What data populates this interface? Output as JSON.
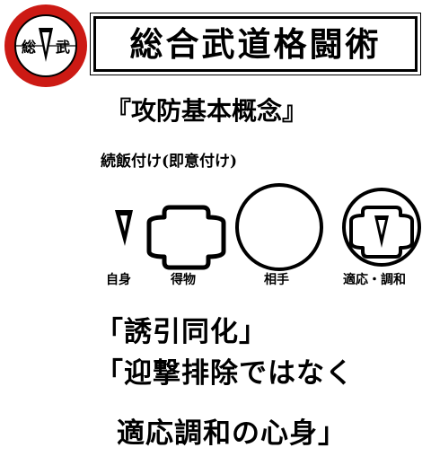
{
  "logo": {
    "left_text": "総",
    "right_text": "武",
    "ring_color": "#cc1a14"
  },
  "title": "総合武道格闘術",
  "subtitle": "『攻防基本概念』",
  "section_label": "続飯付け(即意付け)",
  "figures": [
    {
      "icon": "kunai-icon",
      "label": "自身"
    },
    {
      "icon": "rounded-cross-icon",
      "label": "得物"
    },
    {
      "icon": "circle-icon",
      "label": "相手"
    },
    {
      "icon": "combined-harmony-icon",
      "label": "適応・調和"
    }
  ],
  "slogans": [
    "「誘引同化」",
    "「迎撃排除ではなく",
    "適応調和の心身」"
  ]
}
